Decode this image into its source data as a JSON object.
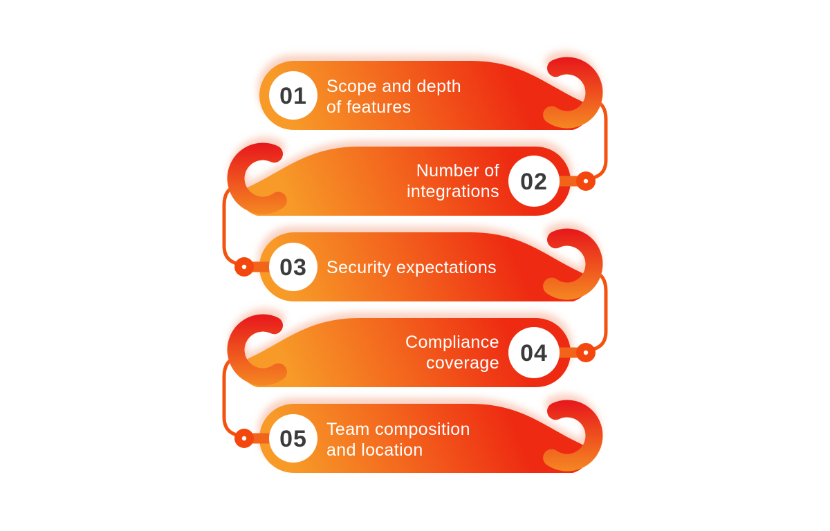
{
  "infographic": {
    "items": [
      {
        "number": "01",
        "lines": [
          "Scope and depth",
          "of features"
        ]
      },
      {
        "number": "02",
        "lines": [
          "Number of",
          "integrations"
        ]
      },
      {
        "number": "03",
        "lines": [
          "Security expectations"
        ]
      },
      {
        "number": "04",
        "lines": [
          "Compliance",
          "coverage"
        ]
      },
      {
        "number": "05",
        "lines": [
          "Team composition",
          "and location"
        ]
      }
    ],
    "colors": {
      "gradient_orange": "#F79A28",
      "gradient_mid": "#F3641D",
      "gradient_red": "#EE2A12",
      "curl_bottom": "#F58A22",
      "curl_top": "#E7161B",
      "halo": "#FAD3C4",
      "connector": "#F4520F",
      "dot": "#F4470E",
      "taper": "#F2641A",
      "number_text": "#3B3B3B",
      "label_text": "#FFFFFF",
      "background": "#FFFFFF"
    }
  }
}
